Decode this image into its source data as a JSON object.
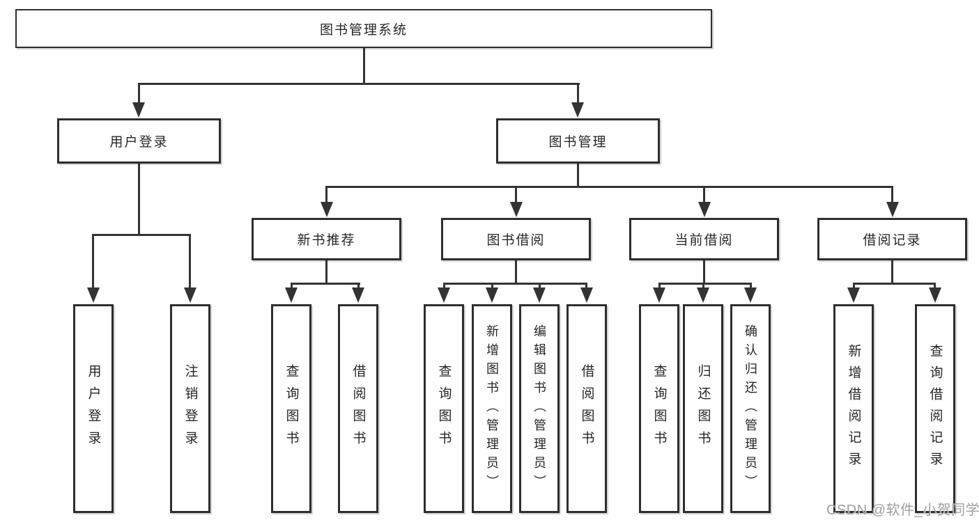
{
  "diagram": {
    "root": {
      "label": "图书管理系统"
    },
    "user_login": {
      "label": "用户登录",
      "children": [
        {
          "label": "用户登录"
        },
        {
          "label": "注销登录"
        }
      ]
    },
    "book_management": {
      "label": "图书管理",
      "modules": [
        {
          "label": "新书推荐",
          "children": [
            {
              "label": "查询图书"
            },
            {
              "label": "借阅图书"
            }
          ]
        },
        {
          "label": "图书借阅",
          "children": [
            {
              "label": "查询图书"
            },
            {
              "label": "新增图书（管理员）"
            },
            {
              "label": "编辑图书（管理员）"
            },
            {
              "label": "借阅图书"
            }
          ]
        },
        {
          "label": "当前借阅",
          "children": [
            {
              "label": "查询图书"
            },
            {
              "label": "归还图书"
            },
            {
              "label": "确认归还（管理员）"
            }
          ]
        },
        {
          "label": "借阅记录",
          "children": [
            {
              "label": "新增借阅记录"
            },
            {
              "label": "查询借阅记录"
            }
          ]
        }
      ]
    }
  },
  "watermark": {
    "text": "CSDN @软件_小贺同学"
  },
  "colors": {
    "line": "#333333",
    "box_border": "#2e2e2e",
    "text": "#262626",
    "watermark": "#9f9f9f",
    "background": "#ffffff"
  }
}
